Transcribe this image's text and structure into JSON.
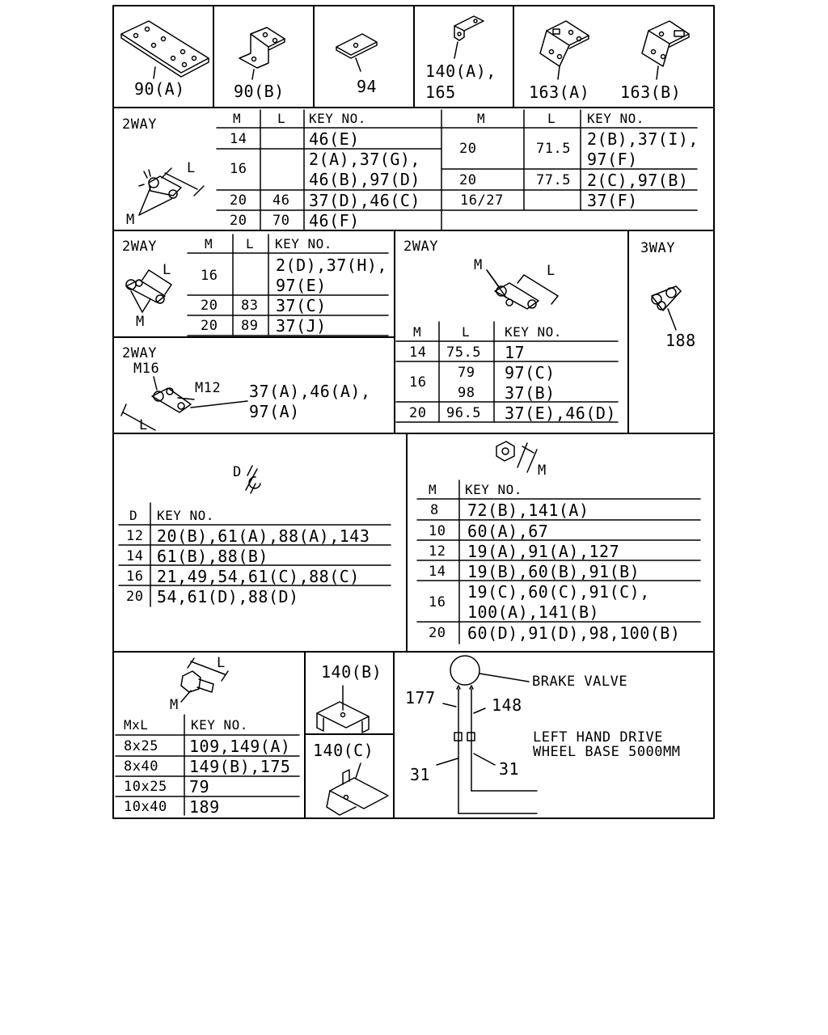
{
  "brackets": {
    "b1": "90(A)",
    "b2": "90(B)",
    "b3": "94",
    "b4_line1": "140(A),",
    "b4_line2": "165",
    "b5": "163(A)",
    "b6": "163(B)"
  },
  "conn1": {
    "title": "2WAY",
    "dim_l": "L",
    "dim_m": "M",
    "col_m": "M",
    "col_l": "L",
    "col_key": "KEY NO.",
    "rows": [
      {
        "m": "14",
        "l": "",
        "k1": "46(E)",
        "k2": ""
      },
      {
        "m": "16",
        "l": "",
        "k1": "2(A),37(G),",
        "k2": "46(B),97(D)"
      },
      {
        "m": "20",
        "l": "46",
        "k1": "37(D),46(C)",
        "k2": ""
      },
      {
        "m": "20",
        "l": "70",
        "k1": "46(F)",
        "k2": ""
      }
    ],
    "rows_right": [
      {
        "m": "20",
        "l": "71.5",
        "k1": "2(B),37(I),",
        "k2": "97(F)"
      },
      {
        "m": "20",
        "l": "77.5",
        "k1": "2(C),97(B)",
        "k2": ""
      },
      {
        "m": "16/27",
        "l": "",
        "k1": "37(F)",
        "k2": ""
      }
    ]
  },
  "conn2": {
    "title": "2WAY",
    "dim_l": "L",
    "dim_m": "M",
    "col_m": "M",
    "col_l": "L",
    "col_key": "KEY NO.",
    "rows": [
      {
        "m": "16",
        "l": "",
        "k1": "2(D),37(H),",
        "k2": "97(E)"
      },
      {
        "m": "20",
        "l": "83",
        "k1": "37(C)",
        "k2": ""
      },
      {
        "m": "20",
        "l": "89",
        "k1": "37(J)",
        "k2": ""
      }
    ]
  },
  "conn3": {
    "title": "2WAY",
    "dim_m16": "M16",
    "dim_m12": "M12",
    "dim_l": "L",
    "key_line1": "37(A),46(A),",
    "key_line2": "97(A)"
  },
  "conn4": {
    "title": "2WAY",
    "dim_l": "L",
    "dim_m": "M",
    "col_m": "M",
    "col_l": "L",
    "col_key": "KEY NO.",
    "rows": [
      {
        "m": "14",
        "l": "75.5",
        "k1": "17"
      },
      {
        "m": "16",
        "l": "79",
        "k1": "97(C)"
      },
      {
        "m": "",
        "l": "98",
        "k1": "37(B)"
      },
      {
        "m": "20",
        "l": "96.5",
        "k1": "37(E),46(D)"
      }
    ]
  },
  "conn5": {
    "title": "3WAY",
    "key": "188"
  },
  "clips": {
    "dim_d": "D",
    "col_d": "D",
    "col_key": "KEY NO.",
    "rows": [
      {
        "d": "12",
        "k": "20(B),61(A),88(A),143"
      },
      {
        "d": "14",
        "k": "61(B),88(B)"
      },
      {
        "d": "16",
        "k": "21,49,54,61(C),88(C)"
      },
      {
        "d": "20",
        "k": "54,61(D),88(D)"
      }
    ]
  },
  "nuts": {
    "dim_m": "M",
    "col_m": "M",
    "col_key": "KEY NO.",
    "rows": [
      {
        "m": "8",
        "k1": "72(B),141(A)",
        "k2": ""
      },
      {
        "m": "10",
        "k1": "60(A),67",
        "k2": ""
      },
      {
        "m": "12",
        "k1": "19(A),91(A),127",
        "k2": ""
      },
      {
        "m": "14",
        "k1": "19(B),60(B),91(B)",
        "k2": ""
      },
      {
        "m": "16",
        "k1": "19(C),60(C),91(C),",
        "k2": "100(A),141(B)"
      },
      {
        "m": "20",
        "k1": "60(D),91(D),98,100(B)",
        "k2": ""
      }
    ]
  },
  "bolts": {
    "dim_l": "L",
    "dim_m": "M",
    "col_ml": "MxL",
    "col_key": "KEY NO.",
    "rows": [
      {
        "ml": "8x25",
        "k": "109,149(A)"
      },
      {
        "ml": "8x40",
        "k": "149(B),175"
      },
      {
        "ml": "10x25",
        "k": "79"
      },
      {
        "ml": "10x40",
        "k": "189"
      }
    ]
  },
  "brackets2": {
    "b1": "140(B)",
    "b2": "140(C)"
  },
  "schematic": {
    "brake_valve": "BRAKE VALVE",
    "n177": "177",
    "n148": "148",
    "n31a": "31",
    "n31b": "31",
    "drive_line1": "LEFT HAND DRIVE",
    "drive_line2": "WHEEL BASE 5000MM"
  }
}
